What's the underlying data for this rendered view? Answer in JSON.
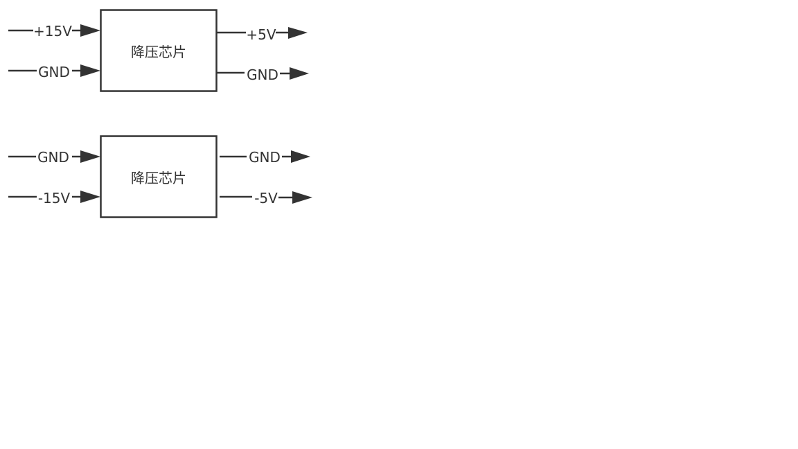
{
  "colors": {
    "line": "#333333",
    "background": "#ffffff"
  },
  "blocks": [
    {
      "label": "降压芯片",
      "inputs": [
        "+15V",
        "GND"
      ],
      "outputs": [
        "+5V",
        "GND"
      ]
    },
    {
      "label": "降压芯片",
      "inputs": [
        "GND",
        "-15V"
      ],
      "outputs": [
        "GND",
        "-5V"
      ]
    }
  ]
}
